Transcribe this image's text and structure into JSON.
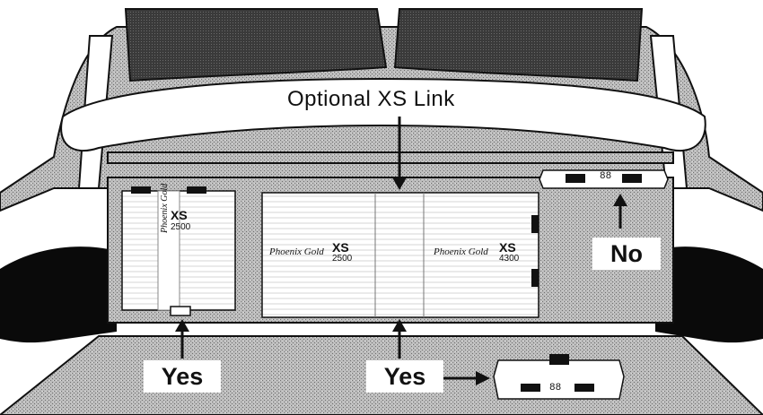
{
  "callouts": {
    "optional_link": "Optional XS Link",
    "yes_left": "Yes",
    "yes_center": "Yes",
    "no_right": "No"
  },
  "amplifiers": {
    "left": {
      "brand": "Phoenix Gold",
      "series": "XS",
      "model": "2500"
    },
    "center_left": {
      "brand": "Phoenix Gold",
      "series": "XS",
      "model": "2500"
    },
    "center_right": {
      "brand": "Phoenix Gold",
      "series": "XS",
      "model": "4300"
    }
  },
  "mini_amp_display": "88"
}
